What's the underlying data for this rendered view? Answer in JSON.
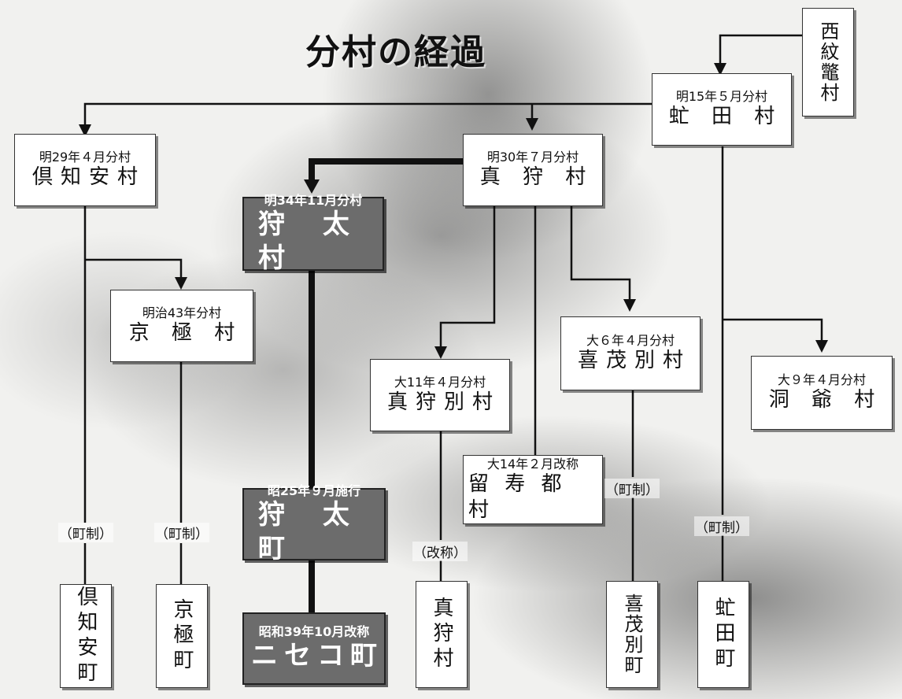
{
  "title": "分村の経過",
  "nishimonbetsu": "西紋鼈村",
  "abuta": {
    "note": "明15年５月分村",
    "name": "虻 田 村"
  },
  "kutchan": {
    "note": "明29年４月分村",
    "name": "倶知安村"
  },
  "makkari": {
    "note": "明30年７月分村",
    "name": "真 狩 村"
  },
  "kaributo_village": {
    "note": "明34年11月分村",
    "name": "狩 太 村"
  },
  "kyogoku": {
    "note": "明治43年分村",
    "name": "京 極 村"
  },
  "kimobetsu": {
    "note": "大６年４月分村",
    "name": "喜茂別村"
  },
  "toya": {
    "note": "大９年４月分村",
    "name": "洞 爺 村"
  },
  "makkaribetsu": {
    "note": "大11年４月分村",
    "name": "真狩別村"
  },
  "rusutsu": {
    "note": "大14年２月改称",
    "name": "留 寿 都 村"
  },
  "kaributo_town": {
    "note": "昭25年９月施行",
    "name": "狩 太 町"
  },
  "niseko": {
    "note": "昭和39年10月改称",
    "name": "ニセコ町"
  },
  "labels": {
    "kutchan_town": "（町制）",
    "kyogoku_town": "（町制）",
    "makkari_rename": "（改称）",
    "kimobetsu_town": "（町制）",
    "abuta_town": "（町制）"
  },
  "final": {
    "kutchan": "倶知安町",
    "kyogoku": "京極町",
    "makkari": "真狩村",
    "kimobetsu": "喜茂別町",
    "abuta": "虻田町"
  }
}
